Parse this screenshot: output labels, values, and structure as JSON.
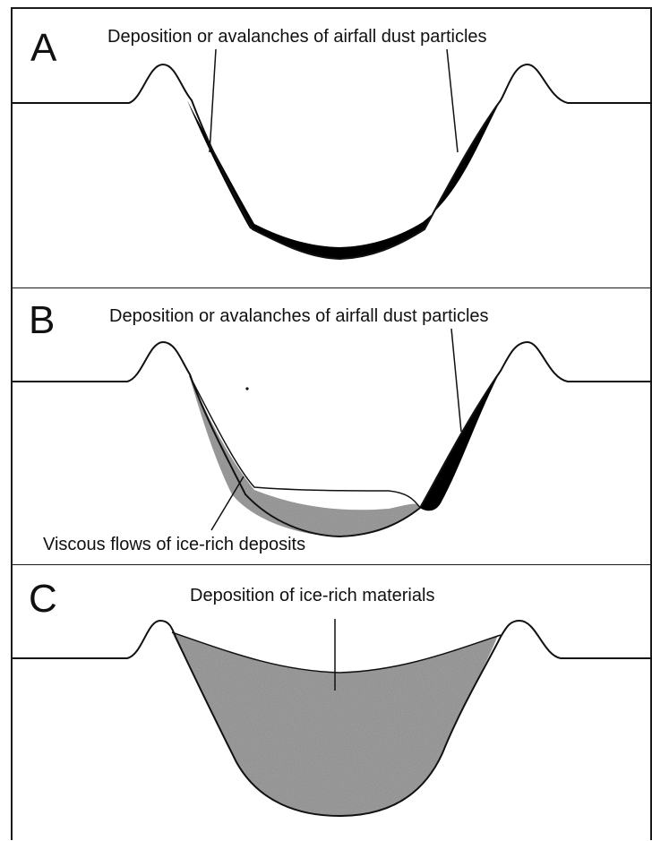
{
  "panels": [
    {
      "letter": "A",
      "caption": "Deposition or avalanches of airfall dust particles"
    },
    {
      "letter": "B",
      "caption": "Deposition or avalanches of airfall dust particles",
      "caption2": "Viscous flows of ice-rich deposits"
    },
    {
      "letter": "C",
      "caption": "Deposition of ice-rich materials"
    }
  ],
  "colors": {
    "line": "#111111",
    "dust_layer": "#000000",
    "ice_fill": "#8a8a8a"
  }
}
